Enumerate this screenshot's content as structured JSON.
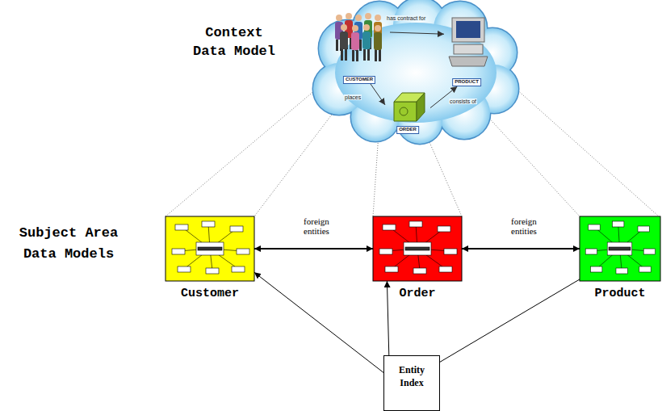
{
  "diagram": {
    "nodes": [
      {
        "text": [
          "Context Data Model"
        ]
      },
      {
        "text": [
          "CUSTOMER"
        ],
        "in": 0
      },
      {
        "text": [
          "PRODUCT"
        ],
        "in": 0
      },
      {
        "text": [
          "ORDER"
        ],
        "in": 0
      },
      {
        "text": [
          "Customer"
        ]
      },
      {
        "text": [
          "Order"
        ]
      },
      {
        "text": [
          "Product"
        ]
      },
      {
        "text": [
          "Entity Index"
        ]
      }
    ],
    "edges": [
      {
        "from": 1,
        "to": 2,
        "arrow": "to",
        "label": "has contract for"
      },
      {
        "from": 1,
        "to": 3,
        "arrow": "to",
        "label": "places"
      },
      {
        "from": 3,
        "to": 2,
        "arrow": "to",
        "label": "consists of"
      },
      {
        "from": 4,
        "to": 5,
        "arrow": "both",
        "label": "foreign entities"
      },
      {
        "from": 5,
        "to": 6,
        "arrow": "both",
        "label": "foreign entities"
      },
      {
        "from": 7,
        "to": 4,
        "arrow": "to"
      },
      {
        "from": 7,
        "to": 5,
        "arrow": "to"
      },
      {
        "from": 7,
        "to": 6,
        "arrow": "none"
      }
    ],
    "labels": [
      "Subject Area Data Models"
    ]
  }
}
